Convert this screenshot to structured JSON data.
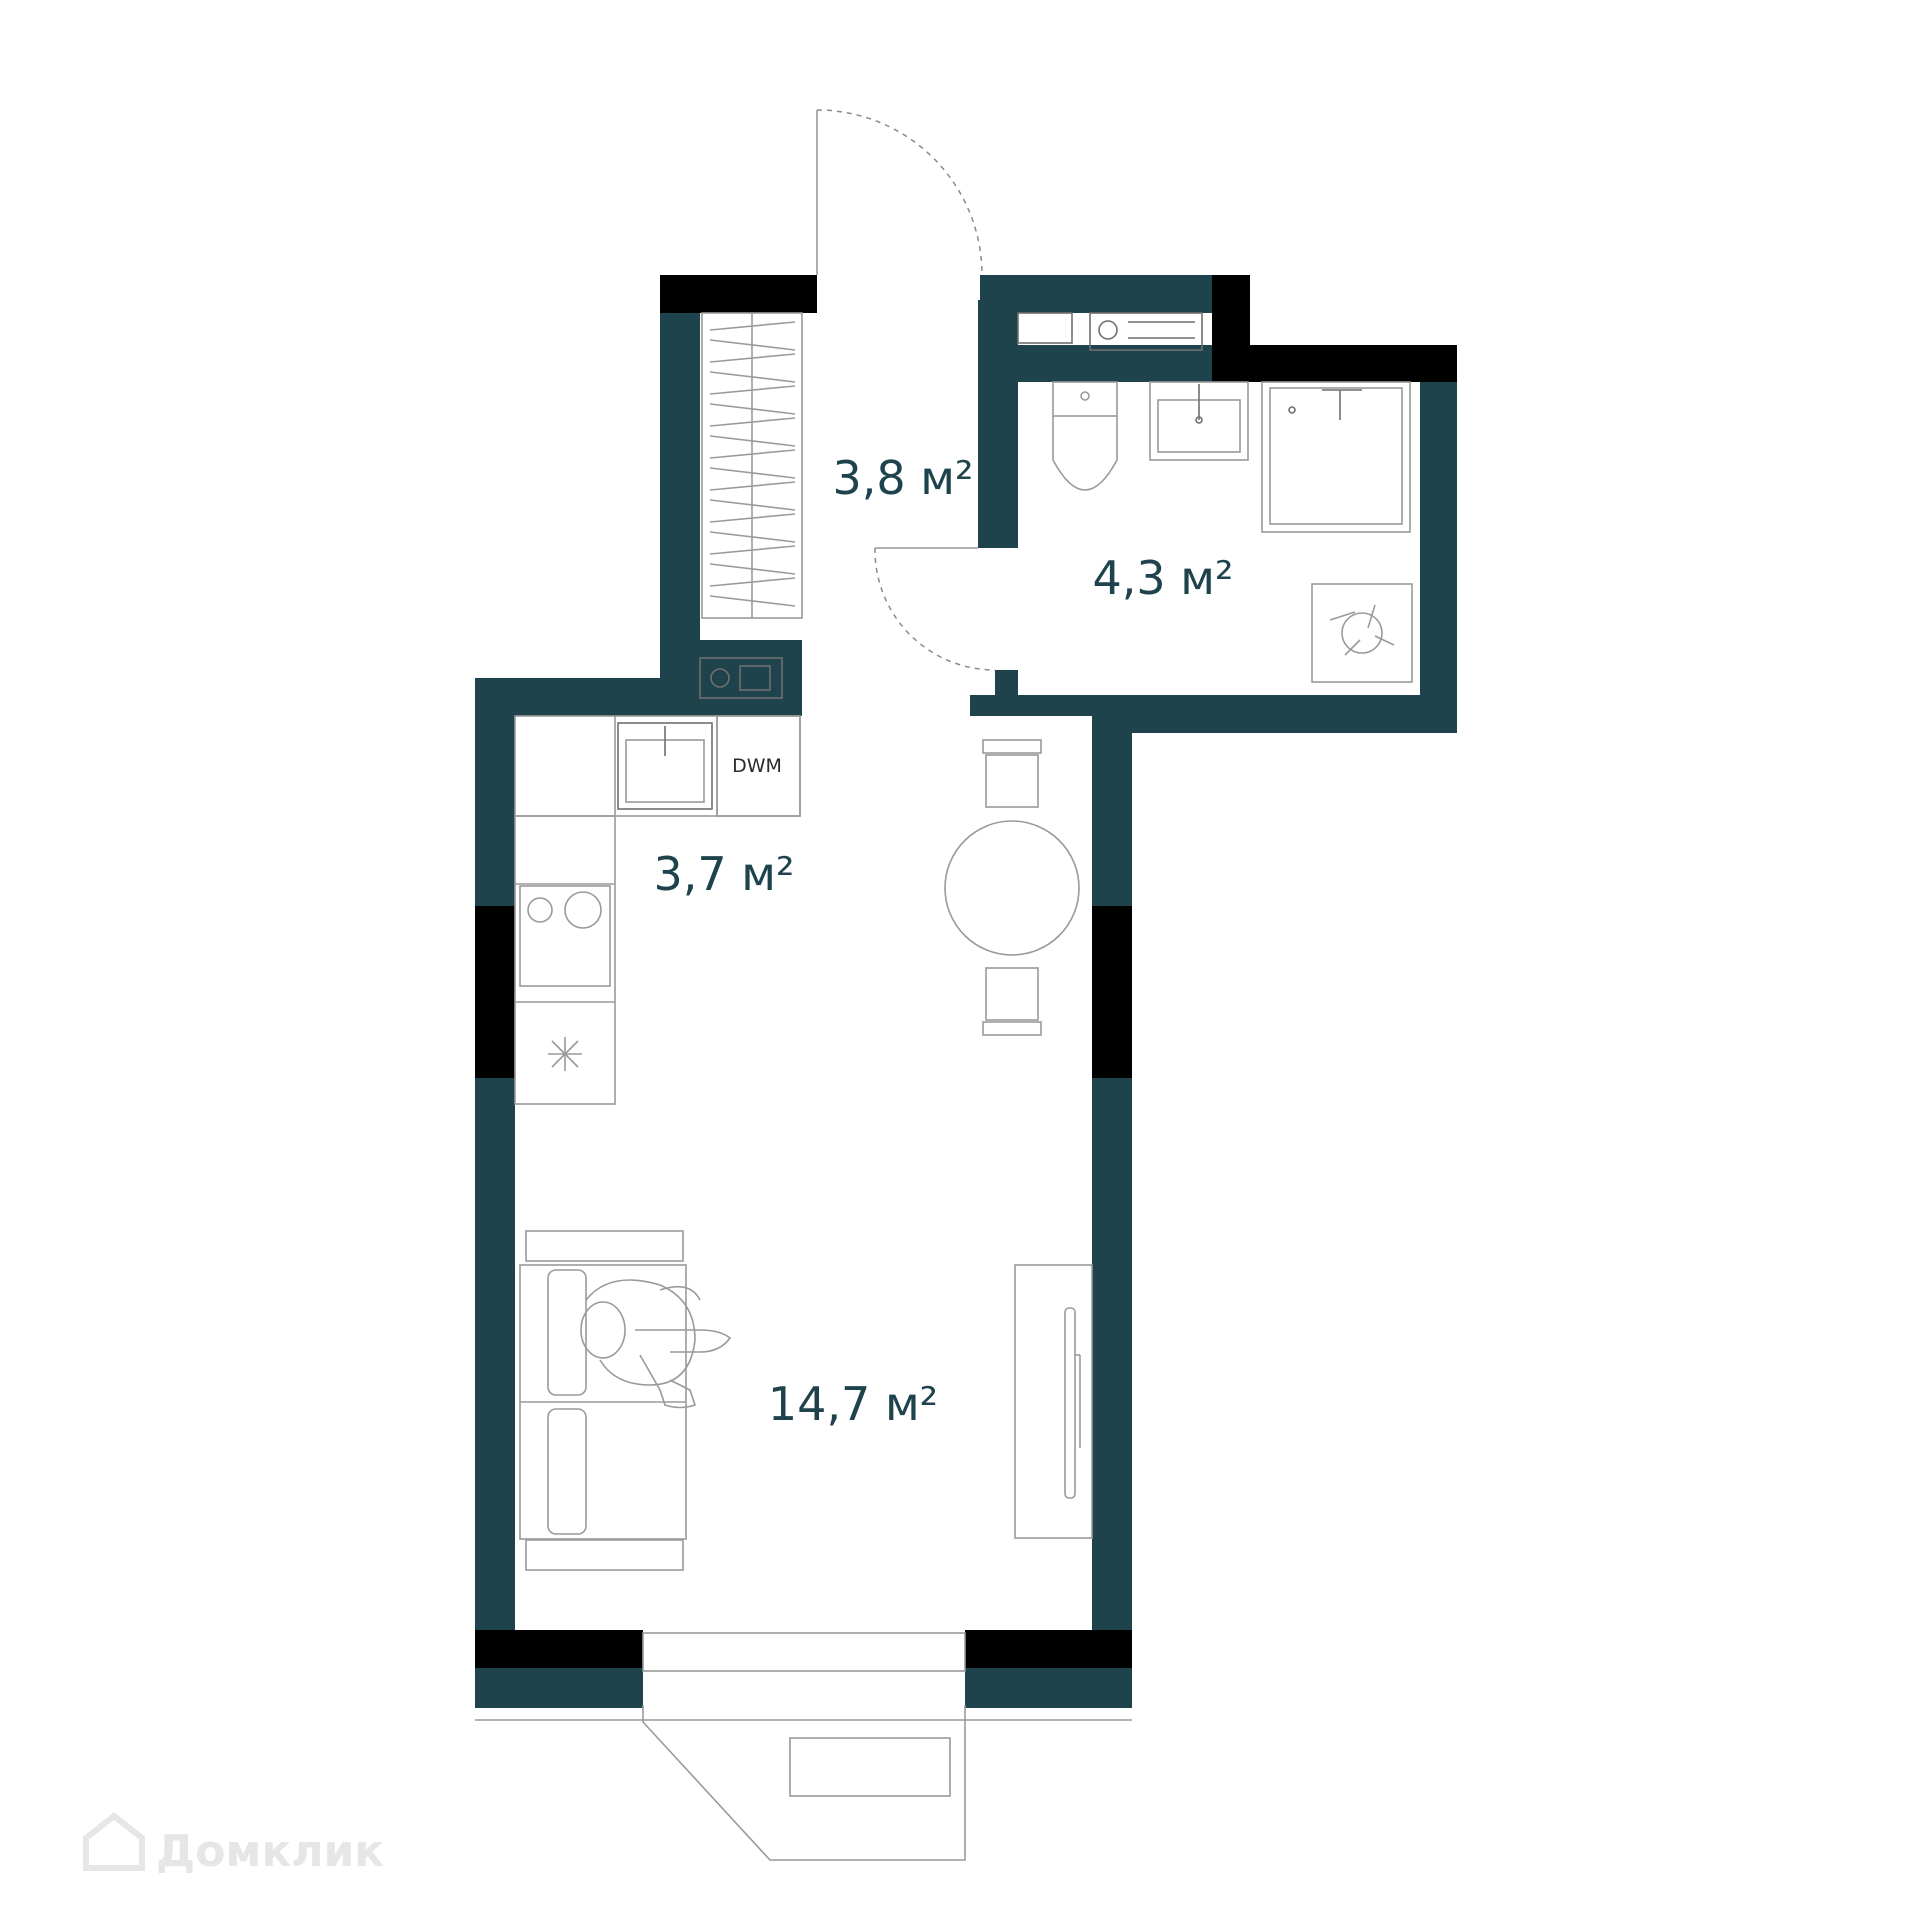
{
  "rooms": {
    "hallway_area": "3,8 м²",
    "bathroom_area": "4,3 м²",
    "kitchen_area": "3,7 м²",
    "living_area": "14,7 м²"
  },
  "appliances": {
    "dishwasher_label": "DWM"
  },
  "watermark": {
    "brand": "Домклик"
  },
  "colors": {
    "wall": "#1e434c",
    "window": "#000000",
    "furniture_line": "#9a9a9a"
  }
}
